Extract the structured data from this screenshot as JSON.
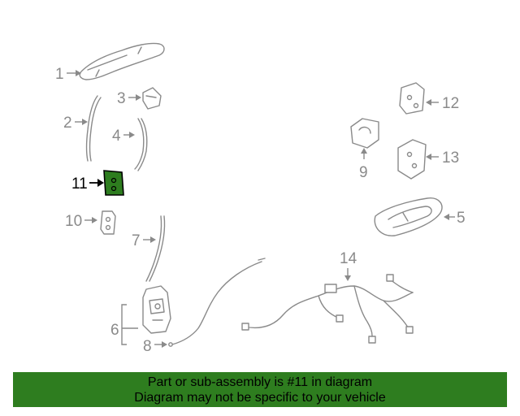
{
  "callouts": {
    "c1": "1",
    "c2": "2",
    "c3": "3",
    "c4": "4",
    "c5": "5",
    "c6": "6",
    "c7": "7",
    "c8": "8",
    "c9": "9",
    "c10": "10",
    "c11": "11",
    "c12": "12",
    "c13": "13",
    "c14": "14"
  },
  "highlighted_callout": "11",
  "colors": {
    "highlight": "#2e7d1f",
    "line_art": "#8a8a8a",
    "banner_bg": "#2e7d1f"
  },
  "banner": {
    "line1": "Part or sub-assembly is #11 in diagram",
    "line2": "Diagram may not be specific to your vehicle"
  }
}
